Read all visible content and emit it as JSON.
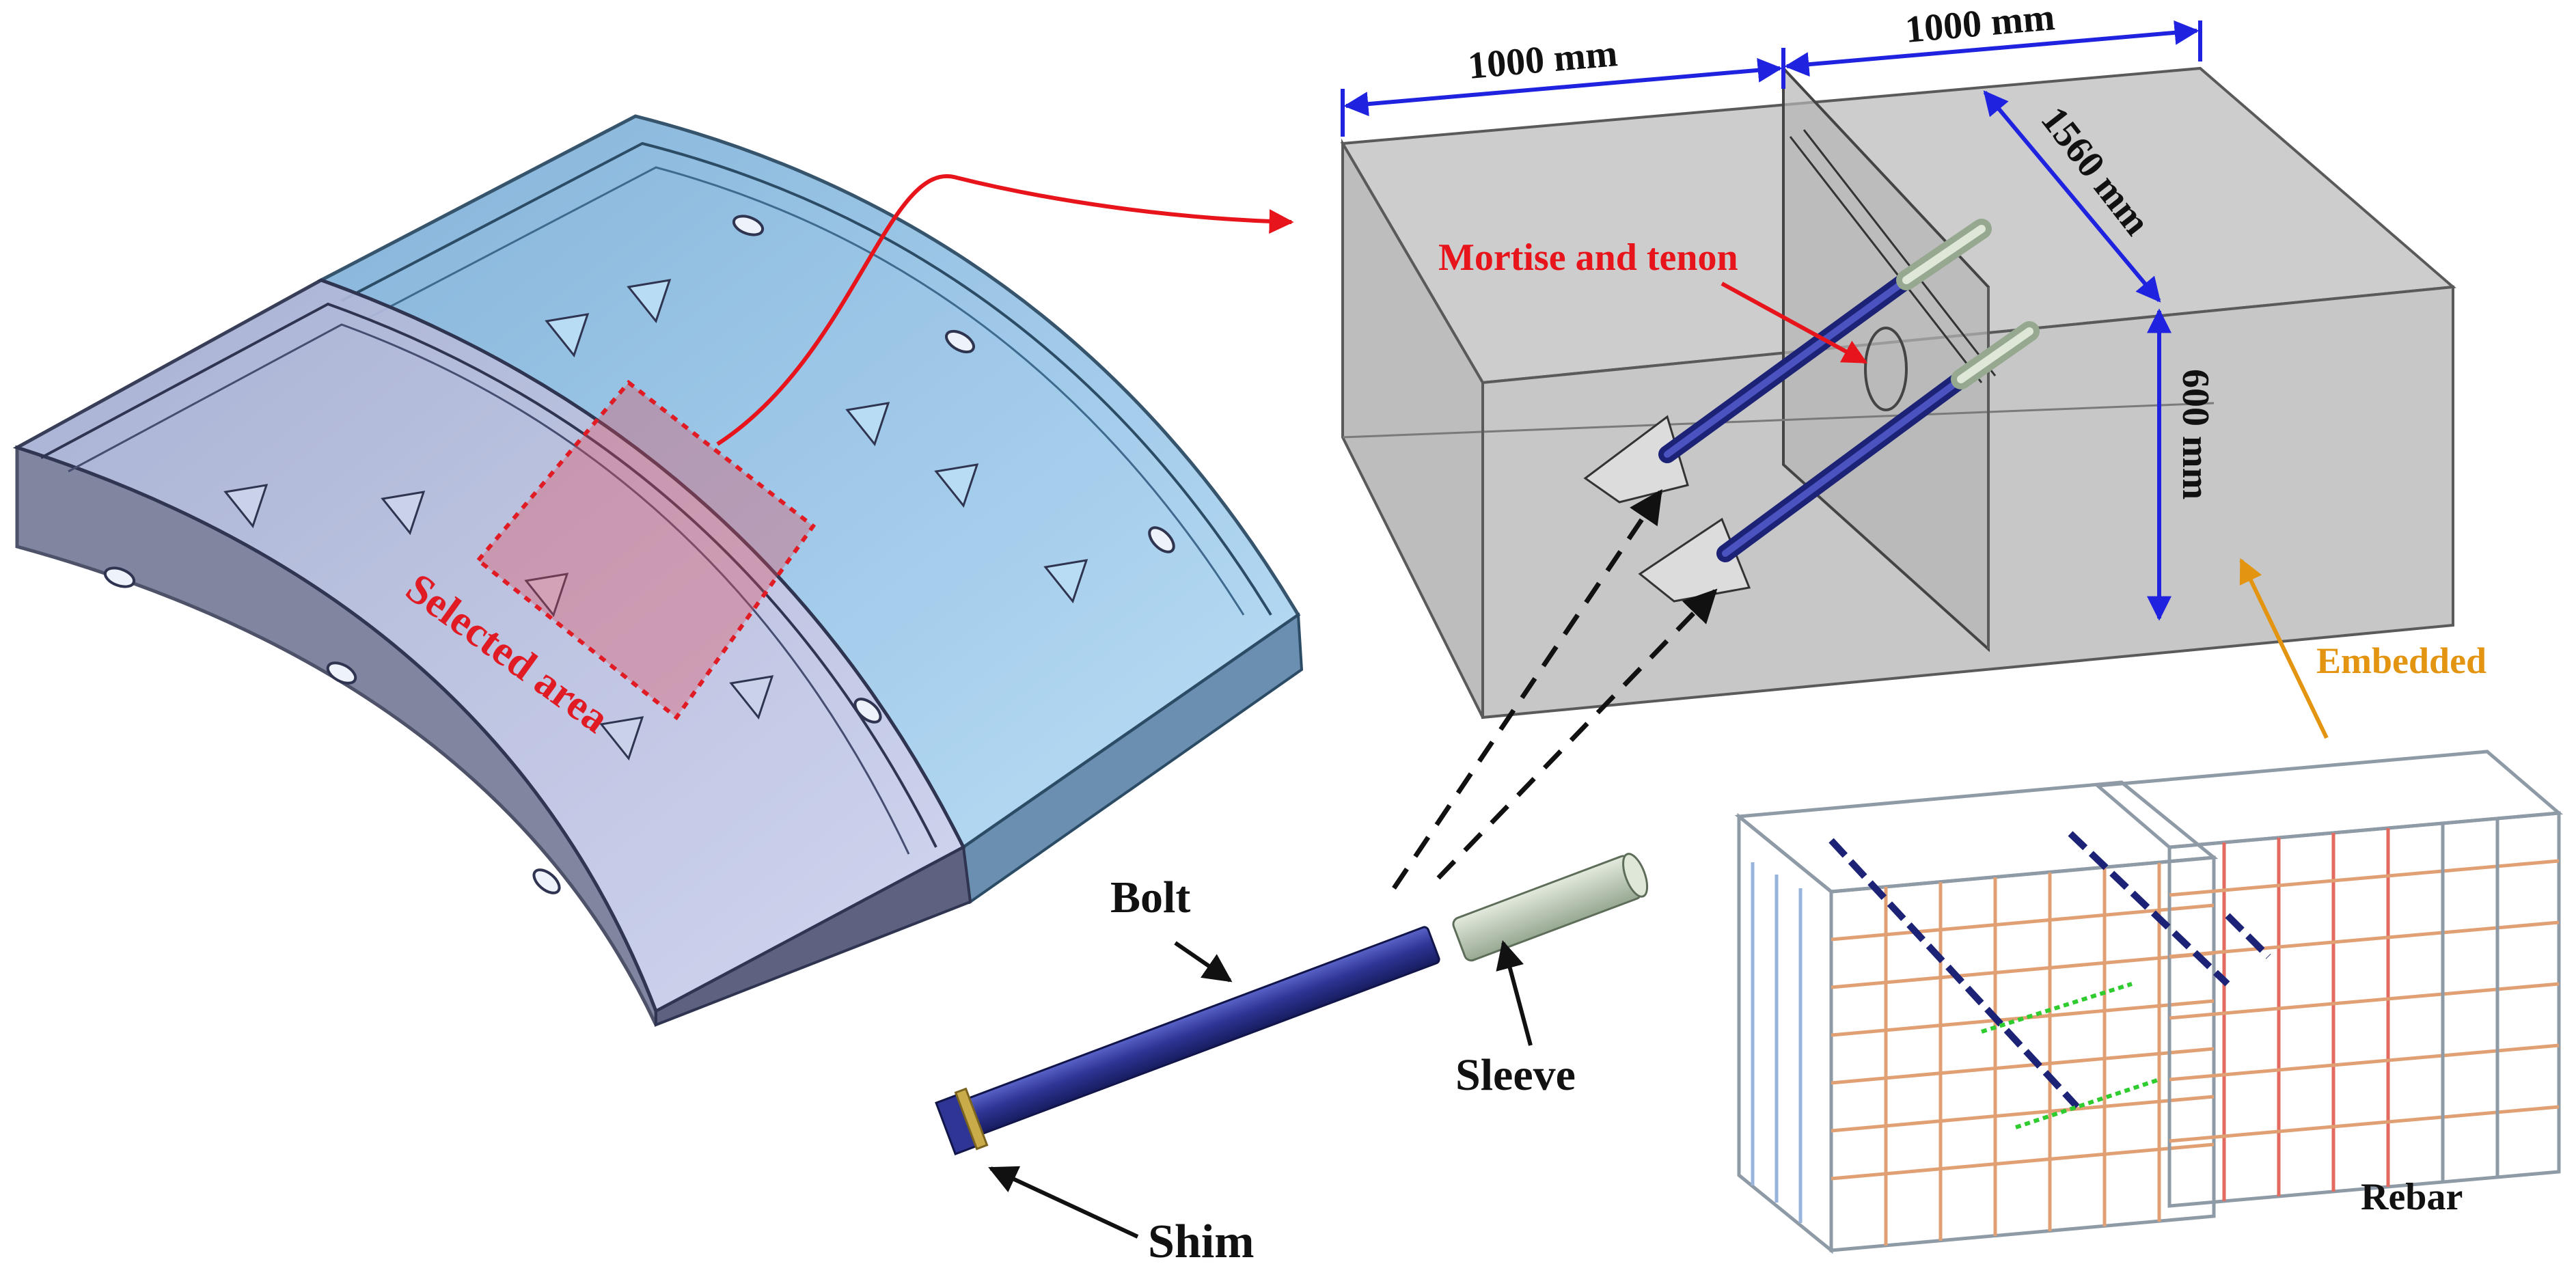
{
  "labels": {
    "selected_area": "Selected area",
    "dim_top_left": "1000 mm",
    "dim_top_right": "1000 mm",
    "dim_depth": "1560 mm",
    "dim_height": "600 mm",
    "mortise": "Mortise and tenon",
    "embedded": "Embedded",
    "bolt": "Bolt",
    "sleeve": "Sleeve",
    "shim": "Shim",
    "rebar": "Rebar"
  },
  "colors": {
    "segment_left": "#9ea6c8",
    "segment_right": "#9fcbee",
    "block": "#cfcfcf",
    "bolt": "#2e3595",
    "sleeve": "#c6d2c1",
    "shim": "#b89a3a",
    "dimension": "#1f23e0",
    "mortise_text": "#e8141b",
    "selected_text": "#e01b24",
    "embedded_text": "#e39512",
    "rebar_orange": "#e0a074",
    "rebar_red": "#e26a5e",
    "rebar_grey": "#8e9ba6",
    "rebar_blue": "#99b4dc",
    "spring_green": "#2ecc2e"
  }
}
